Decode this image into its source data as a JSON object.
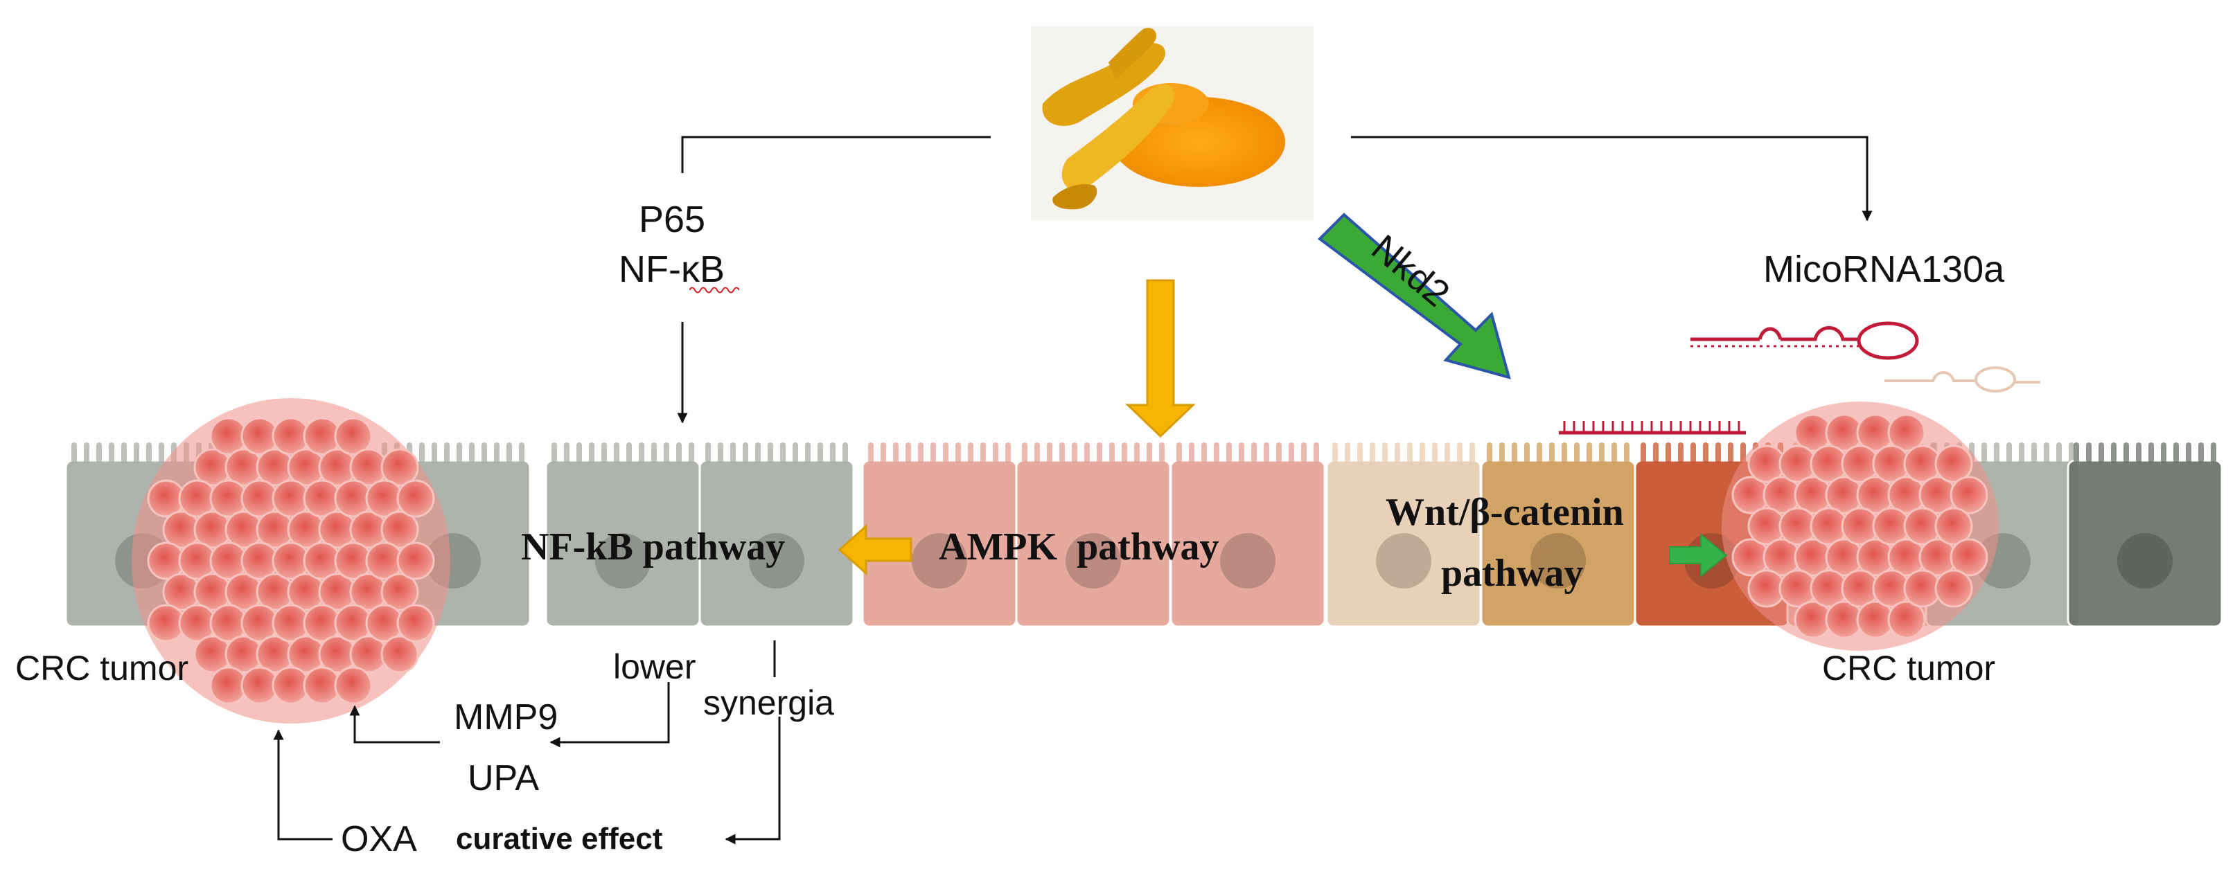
{
  "labels": {
    "p65": "P65",
    "nfkb_factor": "NF-κB",
    "nkd2": "Nkd2",
    "microrna": "MicoRNA130a",
    "nfkb_pathway": "NF-kB pathway",
    "ampk_pathway": "AMPK  pathway",
    "wnt_line1": "Wnt/β-catenin",
    "wnt_line2": "pathway",
    "crc_left": "CRC tumor",
    "crc_right": "CRC tumor",
    "lower": "lower",
    "synergia": "synergia",
    "mmp9": "MMP9",
    "upa": "UPA",
    "oxa": "OXA",
    "curative_effect": "curative effect"
  },
  "colors": {
    "line": "#111111",
    "orange_arrow": "#f6b400",
    "green_arrow": "#3aa935",
    "green_arrow_edge": "#2a55a8",
    "grey_cell": "#a8aea4",
    "pink_cell": "#e3a296",
    "beige_cell": "#e8cdb2",
    "gold_cell": "#cf9c5a",
    "rust_cell": "#c6512a",
    "dark_cell": "#6b7068",
    "tumor": "#f08f89",
    "mirna": "#c21b3a"
  },
  "icons": {
    "turmeric": "turmeric-image",
    "tumor": "tumor-cluster-icon",
    "mirna": "microrna-hairpin-icon"
  }
}
